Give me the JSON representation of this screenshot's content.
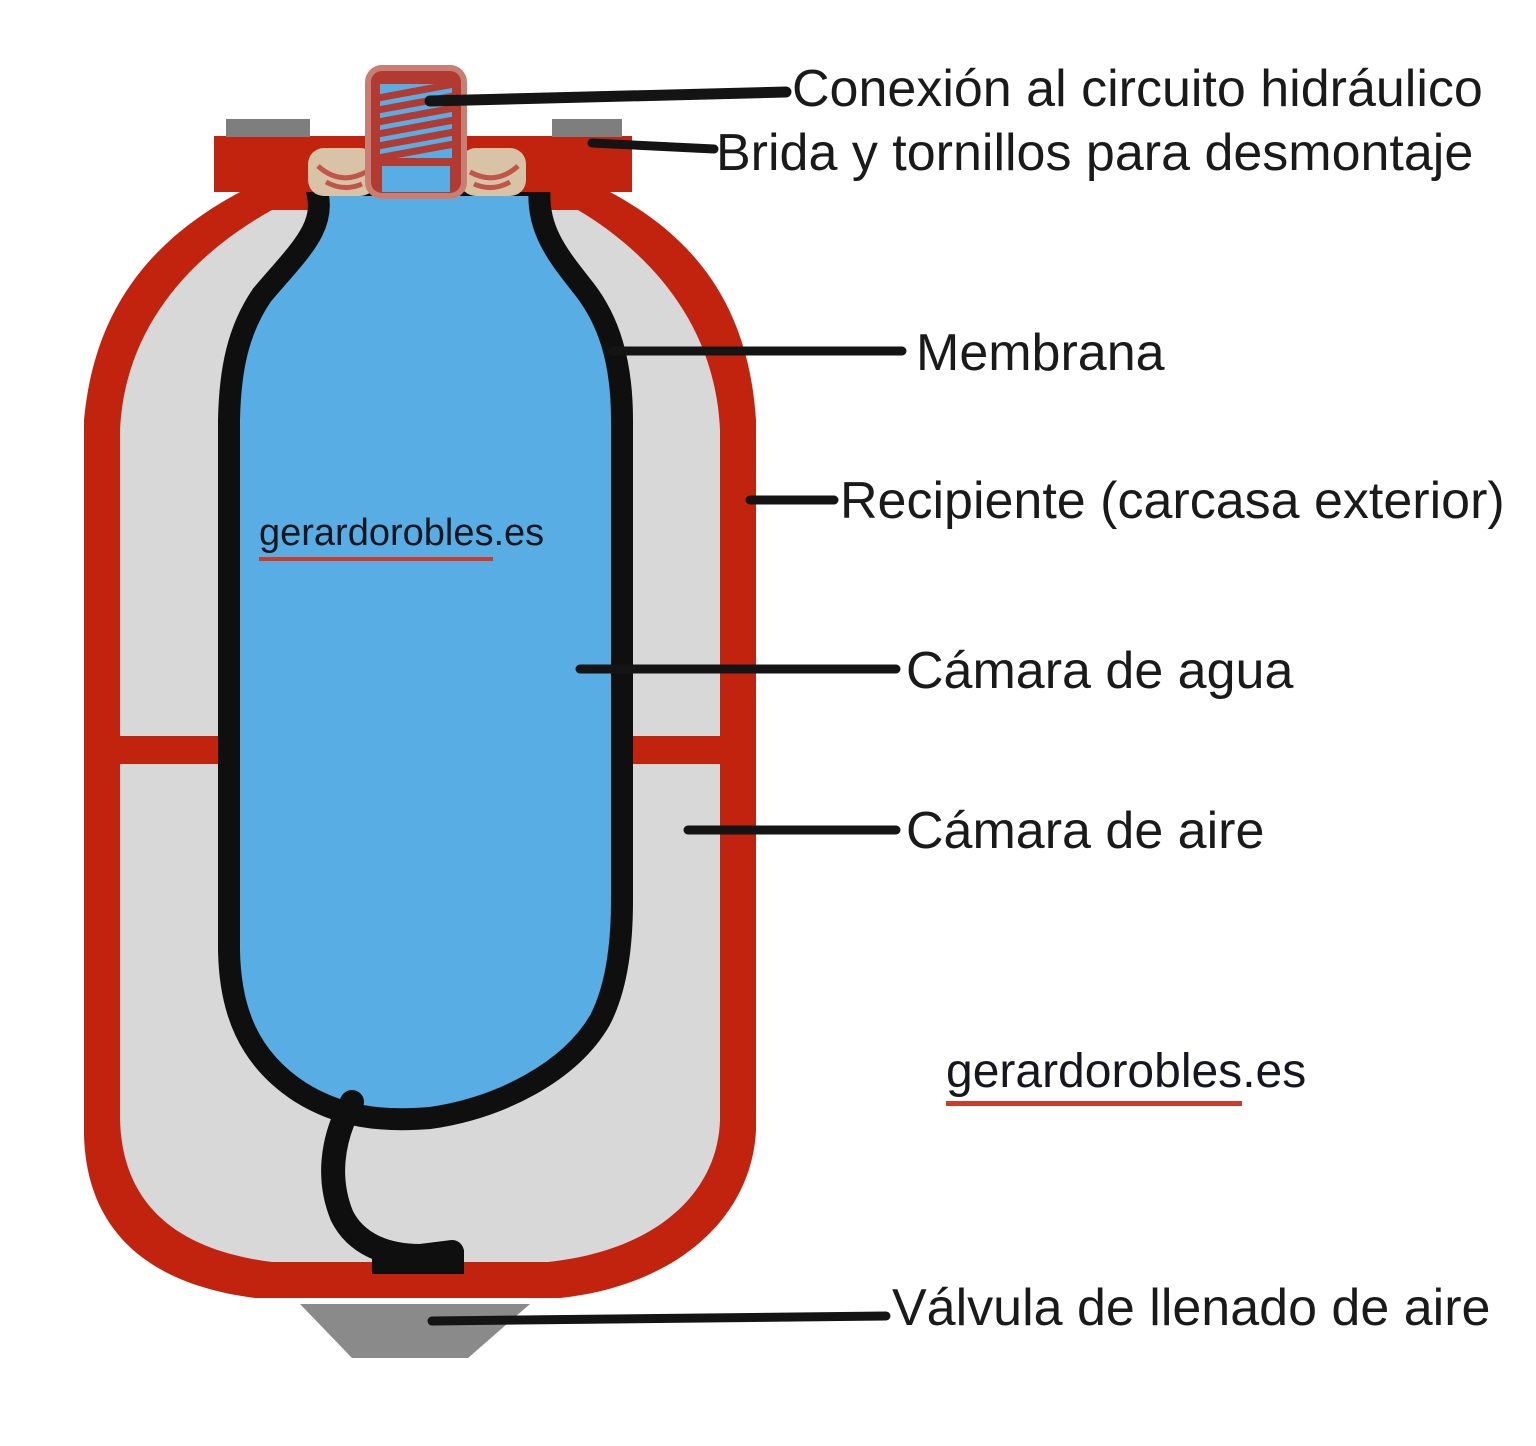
{
  "labels": {
    "connection": "Conexión al circuito hidráulico",
    "flange": "Brida y tornillos para desmontaje",
    "membrane": "Membrana",
    "vessel": "Recipiente (carcasa exterior)",
    "water_chamber": "Cámara de agua",
    "air_chamber": "Cámara de aire",
    "air_valve": "Válvula de llenado de aire"
  },
  "watermark": {
    "name": "gerardorobles",
    "tld": ".es"
  },
  "colors": {
    "casing_red": "#c1230f",
    "water_blue": "#58aee4",
    "air_gray": "#d8d8d8",
    "membrane_black": "#0f0f0f",
    "valve_gray": "#8a8a8a",
    "bolt_gray": "#7e7e7e",
    "connector_red": "#b23a31",
    "connector_halo": "#c97e74",
    "seal_beige": "#d9c3a6",
    "seal_squiggle": "#c0564a",
    "leader_line": "#141414",
    "underline_red": "#cf3b27",
    "label_text": "#1a1a1a"
  }
}
